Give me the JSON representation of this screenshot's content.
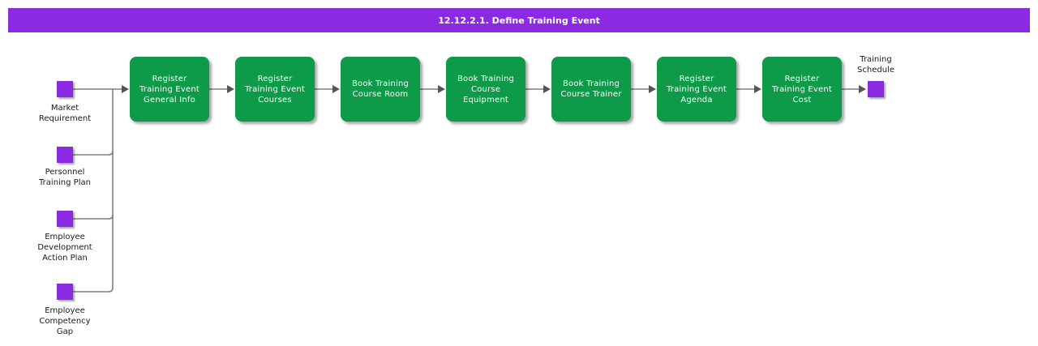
{
  "header": {
    "title": "12.12.2.1. Define Training Event"
  },
  "flow": {
    "inputs": [
      {
        "label": "Market\nRequirement"
      },
      {
        "label": "Personnel\nTraining Plan"
      },
      {
        "label": "Employee\nDevelopment\nAction Plan"
      },
      {
        "label": "Employee\nCompetency\nGap"
      }
    ],
    "steps": [
      {
        "label": "Register\nTraining Event\nGeneral Info"
      },
      {
        "label": "Register\nTraining Event\nCourses"
      },
      {
        "label": "Book Training\nCourse Room"
      },
      {
        "label": "Book Training\nCourse\nEquipment"
      },
      {
        "label": "Book Training\nCourse Trainer"
      },
      {
        "label": "Register\nTraining Event\nAgenda"
      },
      {
        "label": "Register\nTraining Event\nCost"
      }
    ],
    "output": {
      "label": "Training\nSchedule"
    }
  },
  "theme": {
    "accent-purple": "#8a2be2",
    "node-purple": "#8a2be2",
    "step-green": "#0d9a49",
    "step-text": "#ffffff",
    "connector-gray": "#808080",
    "arrow-gray": "#555555",
    "label-color": "#1a1a1a",
    "page-bg": "#ffffff"
  }
}
